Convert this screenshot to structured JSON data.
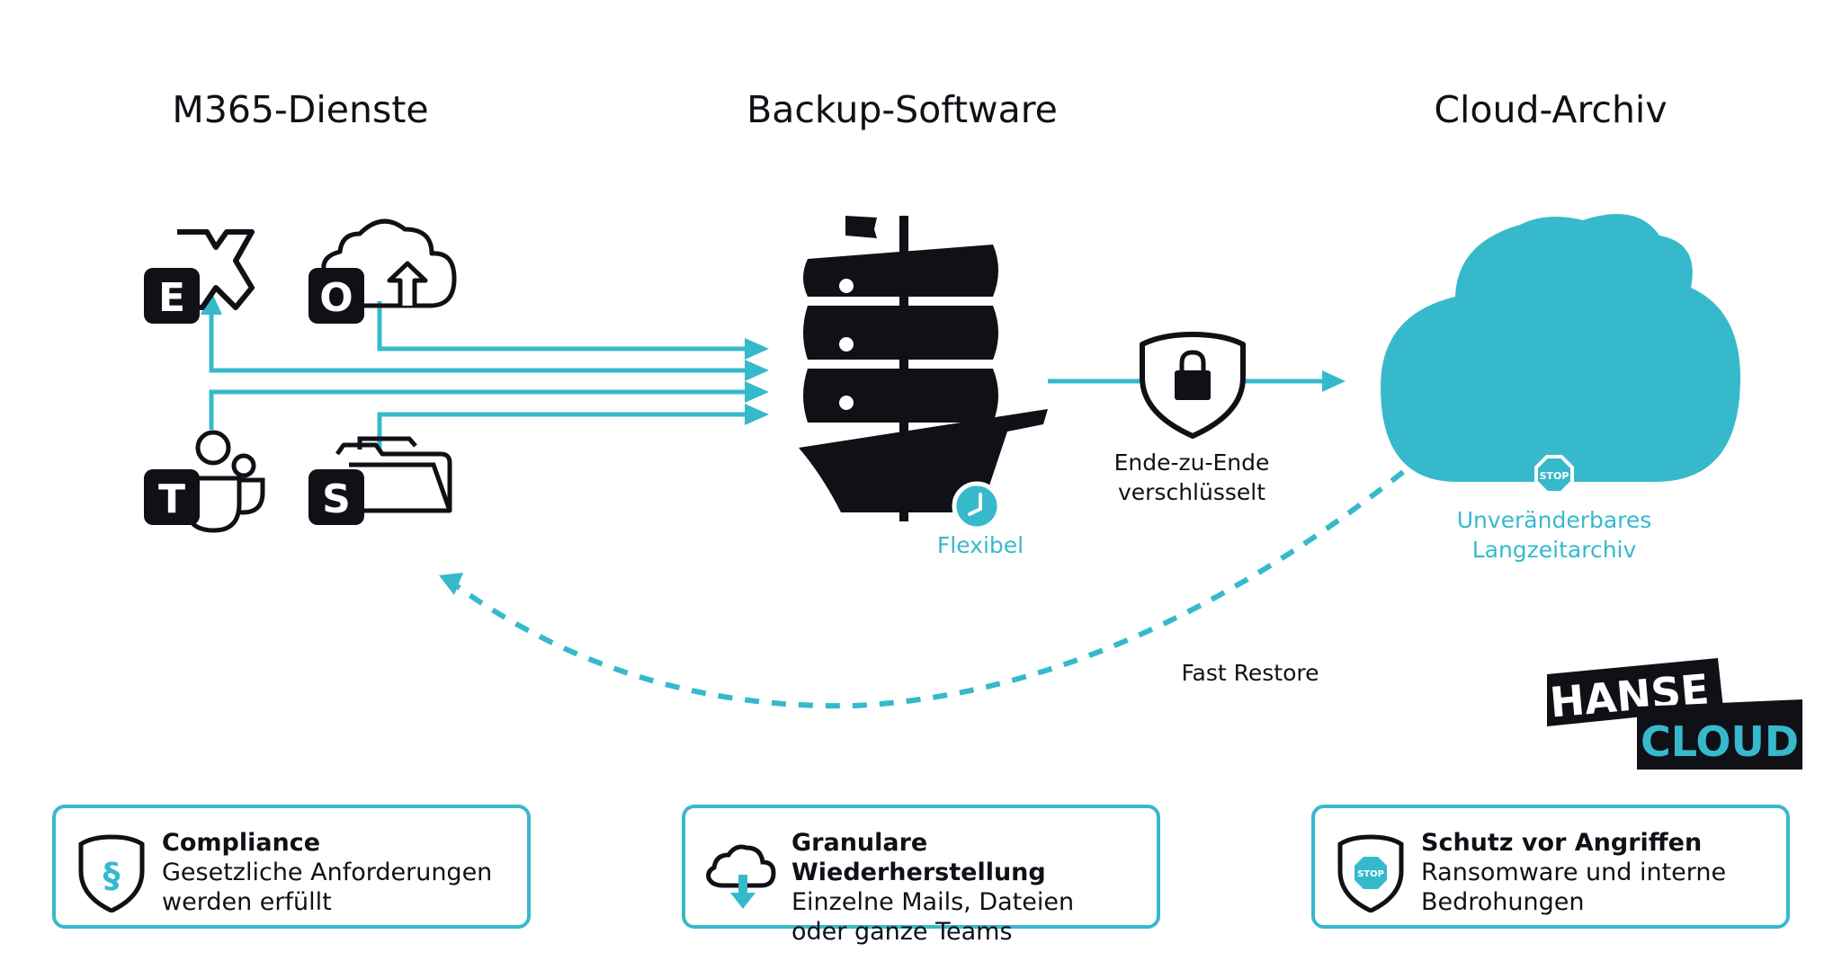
{
  "columns": {
    "m365": "M365-Dienste",
    "backup": "Backup-Software",
    "cloud": "Cloud-Archiv"
  },
  "services": {
    "exchange_letter": "E",
    "onedrive_letter": "O",
    "teams_letter": "T",
    "sharepoint_letter": "S"
  },
  "labels": {
    "flexibel": "Flexibel",
    "encrypted_line1": "Ende-zu-Ende",
    "encrypted_line2": "verschlüsselt",
    "immutable_line1": "Unveränderbares",
    "immutable_line2": "Langzeitarchiv",
    "stop_badge": "STOP",
    "fast_restore": "Fast Restore"
  },
  "logo": {
    "line1": "HANSE",
    "line2": "CLOUD"
  },
  "cards": [
    {
      "title": "Compliance",
      "line1": "Gesetzliche Anforderungen",
      "line2": "werden erfüllt",
      "icon": "shield-paragraph-icon",
      "icon_text": "§"
    },
    {
      "title": "Granulare Wiederherstellung",
      "line1": "Einzelne Mails, Dateien",
      "line2": "oder ganze Teams",
      "icon": "cloud-download-icon"
    },
    {
      "title": "Schutz vor Angriffen",
      "line1": "Ransomware und interne",
      "line2": "Bedrohungen",
      "icon": "shield-stop-icon",
      "icon_text": "STOP"
    }
  ],
  "colors": {
    "accent": "#37b9cc",
    "ink": "#0f1117"
  }
}
